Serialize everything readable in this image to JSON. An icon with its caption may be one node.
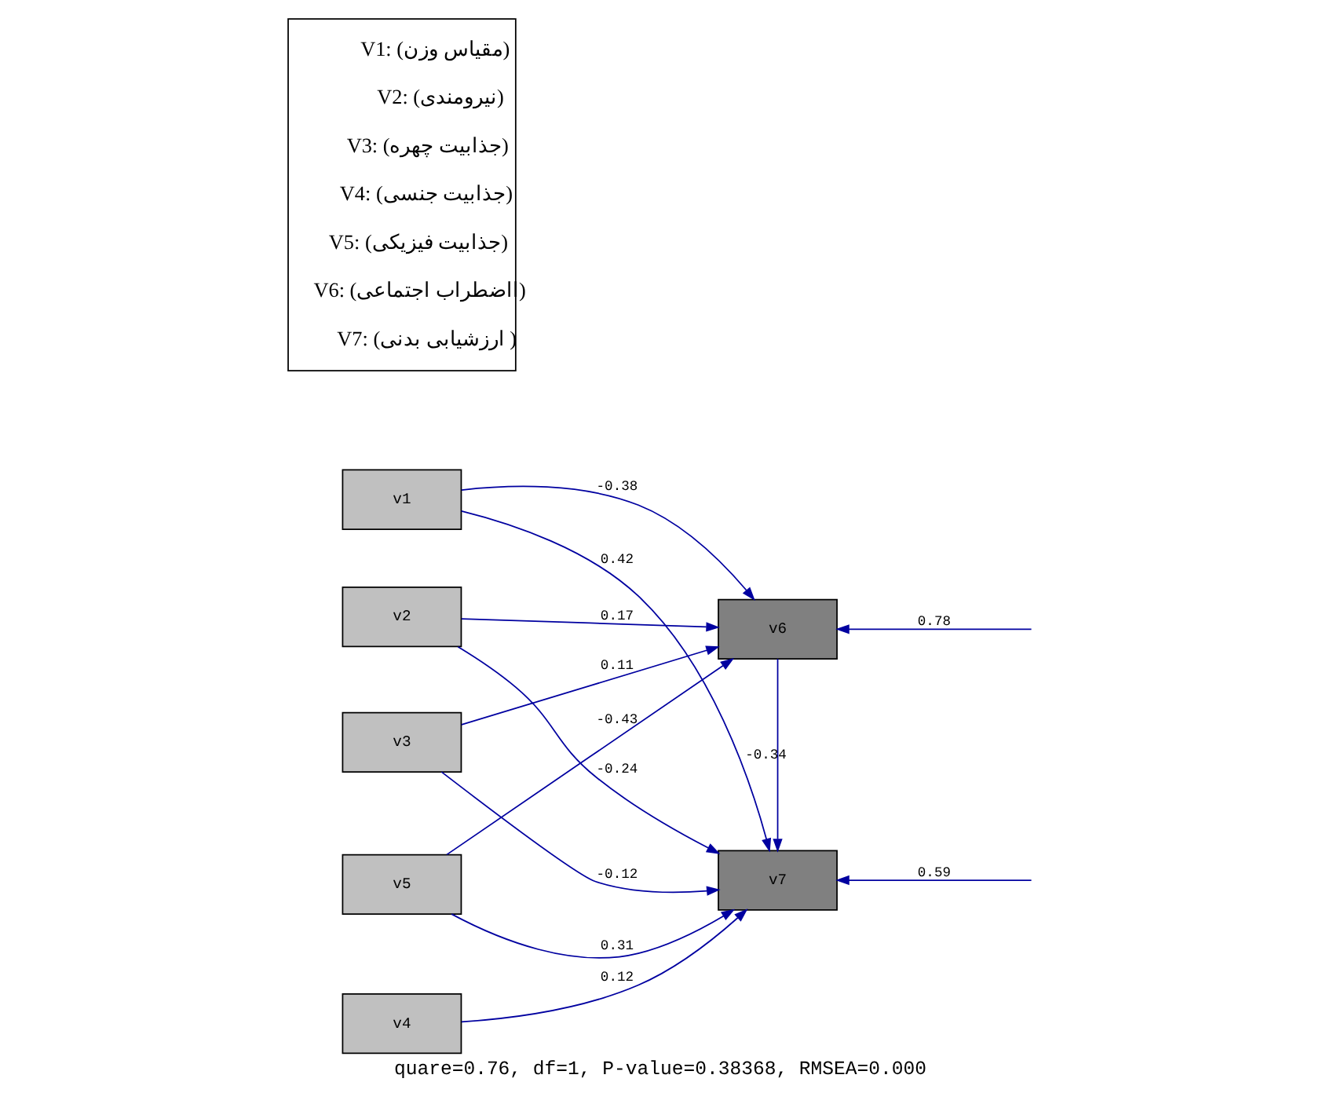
{
  "diagram": {
    "caption": "quare=0.76, df=1, P-value=0.38368, RMSEA=0.000",
    "nodes": [
      {
        "text": [
          "v1"
        ]
      },
      {
        "text": [
          "v2"
        ]
      },
      {
        "text": [
          "v3"
        ]
      },
      {
        "text": [
          "v4"
        ]
      },
      {
        "text": [
          "v5"
        ]
      },
      {
        "text": [
          "v6"
        ]
      },
      {
        "text": [
          "v7"
        ]
      }
    ],
    "edges": [
      {
        "from": 0,
        "to": 5,
        "arrow": "to",
        "label": "-0.38"
      },
      {
        "from": 0,
        "to": 6,
        "arrow": "to",
        "label": "0.42"
      },
      {
        "from": 1,
        "to": 5,
        "arrow": "to",
        "label": "0.17"
      },
      {
        "from": 1,
        "to": 6,
        "arrow": "to",
        "label": "-0.24"
      },
      {
        "from": 2,
        "to": 5,
        "arrow": "to",
        "label": "0.11"
      },
      {
        "from": 2,
        "to": 6,
        "arrow": "to",
        "label": "-0.12"
      },
      {
        "from": 3,
        "to": 6,
        "arrow": "to",
        "label": "0.12"
      },
      {
        "from": 4,
        "to": 5,
        "arrow": "to",
        "label": "-0.43"
      },
      {
        "from": 4,
        "to": 6,
        "arrow": "to",
        "label": "0.31"
      },
      {
        "from": 5,
        "to": 6,
        "arrow": "to",
        "label": "-0.34"
      },
      {
        "from": null,
        "to": 5,
        "arrow": "to",
        "label": "0.78"
      },
      {
        "from": null,
        "to": 6,
        "arrow": "to",
        "label": "0.59"
      }
    ],
    "labels": [
      "V1: (مقیاس وزن)",
      "V2: (نیرومندی)",
      "V3: (جذابیت چهره)",
      "V4: (جذابیت جنسی)",
      "V5: (جذابیت فیزیکی)",
      "V6: (ااضطراب اجتماعی)",
      "V7: (ارزشیابی بدنی )"
    ]
  }
}
